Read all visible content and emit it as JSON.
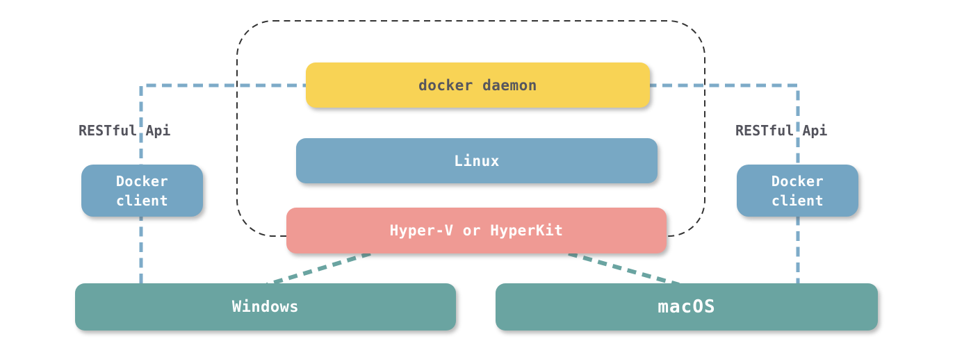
{
  "diagram": {
    "nodes": {
      "docker_daemon": {
        "label": "docker daemon",
        "bg": "#f8d355",
        "text": "#56565e"
      },
      "linux": {
        "label": "Linux",
        "bg": "#78a8c4",
        "text": "#ffffff"
      },
      "hypervisor": {
        "label": "Hyper-V or HyperKit",
        "bg": "#ef9a94",
        "text": "#ffffff"
      },
      "docker_client_left": {
        "label": "Docker\nclient",
        "bg": "#74a5c3",
        "text": "#ffffff"
      },
      "docker_client_right": {
        "label": "Docker\nclient",
        "bg": "#74a5c3",
        "text": "#ffffff"
      },
      "windows": {
        "label": "Windows",
        "bg": "#6aa4a1",
        "text": "#ffffff"
      },
      "macos": {
        "label": "macOS",
        "bg": "#6aa4a1",
        "text": "#ffffff"
      }
    },
    "labels": {
      "restful_api_left": "RESTful Api",
      "restful_api_right": "RESTful Api",
      "label_color": "#53535c"
    },
    "lines": {
      "api_color": "#7dabc8",
      "hypervisor_color": "#6aa4a1",
      "boundary_color": "#333333"
    }
  }
}
